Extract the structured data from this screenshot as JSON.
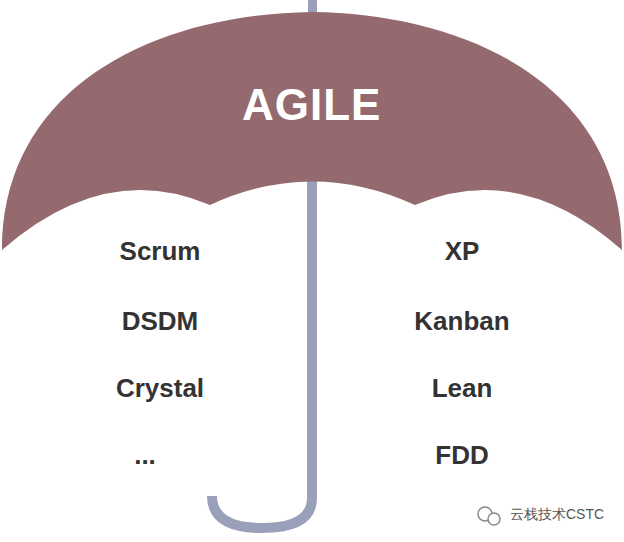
{
  "diagram": {
    "nodes": [
      {
        "text": [
          "AGILE"
        ]
      }
    ],
    "labels": [
      "Scrum",
      "DSDM",
      "Crystal",
      "...",
      "XP",
      "Kanban",
      "Lean",
      "FDD",
      "云栈技术CSTC"
    ]
  }
}
